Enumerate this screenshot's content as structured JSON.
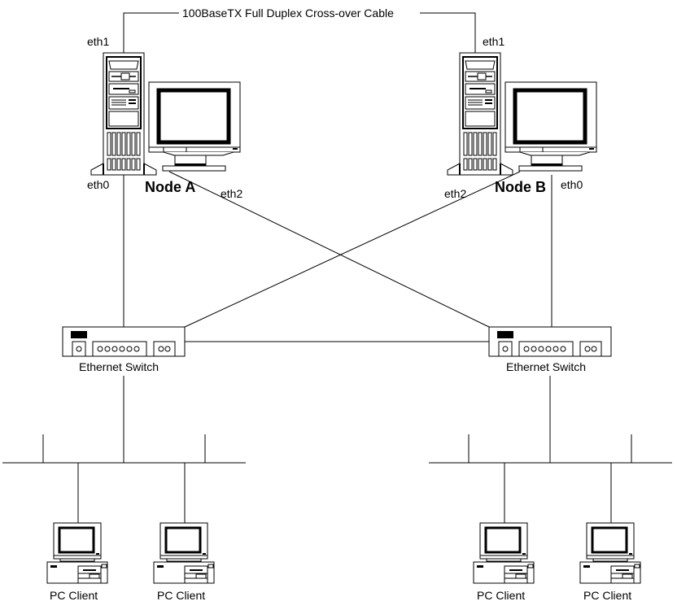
{
  "diagram": {
    "crossover_cable_label": "100BaseTX Full Duplex Cross-over Cable",
    "colors": {
      "stroke": "#000000",
      "background": "#ffffff"
    },
    "nodes": [
      {
        "id": "node-a",
        "label": "Node A",
        "ports": {
          "eth0": "eth0",
          "eth1": "eth1",
          "eth2": "eth2"
        }
      },
      {
        "id": "node-b",
        "label": "Node B",
        "ports": {
          "eth0": "eth0",
          "eth1": "eth1",
          "eth2": "eth2"
        }
      }
    ],
    "switches": [
      {
        "id": "switch-left",
        "label": "Ethernet Switch",
        "port_glyphs": [
          "o",
          "oooooo",
          "oo"
        ]
      },
      {
        "id": "switch-right",
        "label": "Ethernet Switch",
        "port_glyphs": [
          "o",
          "oooooo",
          "oo"
        ]
      }
    ],
    "clients": [
      {
        "label": "PC Client"
      },
      {
        "label": "PC Client"
      },
      {
        "label": "PC Client"
      },
      {
        "label": "PC Client"
      }
    ],
    "connections": [
      {
        "from": "Node A eth1",
        "to": "Node B eth1",
        "label": "100BaseTX Full Duplex Cross-over Cable"
      },
      {
        "from": "Node A eth0",
        "to": "Ethernet Switch (left)"
      },
      {
        "from": "Node A eth2",
        "to": "Ethernet Switch (right)"
      },
      {
        "from": "Node B eth0",
        "to": "Ethernet Switch (right)"
      },
      {
        "from": "Node B eth2",
        "to": "Ethernet Switch (left)"
      },
      {
        "from": "Ethernet Switch (left)",
        "to": "Ethernet Switch (right)"
      },
      {
        "from": "Ethernet Switch (left)",
        "to": "LAN segment (left)"
      },
      {
        "from": "Ethernet Switch (right)",
        "to": "LAN segment (right)"
      },
      {
        "from": "LAN segment (left)",
        "to": "PC Client x2"
      },
      {
        "from": "LAN segment (right)",
        "to": "PC Client x2"
      }
    ]
  }
}
